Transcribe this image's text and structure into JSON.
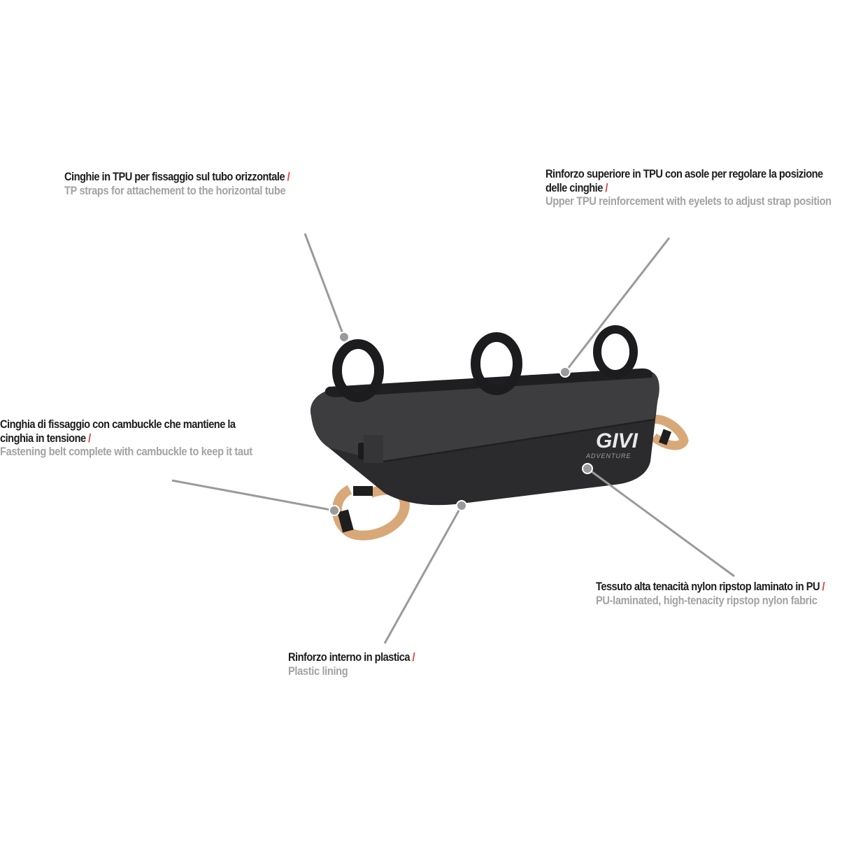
{
  "product": {
    "brand_logo": "GIVI",
    "sub_logo": "ADVENTURE",
    "colors": {
      "bag": "#2a2a2c",
      "bag_top": "#3b3b3d",
      "strap_tan": "#d9a878",
      "leader_line": "#9a9a9c",
      "italian_text": "#1d1d1f",
      "english_text": "#a3a3a6",
      "separator": "#e53935"
    }
  },
  "callouts": [
    {
      "id": "tpu-straps",
      "italian": "Cinghie in TPU per fissaggio sul tubo orizzontale",
      "separator": "/",
      "english": "TP straps for attachement to the horizontal tube"
    },
    {
      "id": "upper-reinforcement",
      "italian_line1": "Rinforzo superiore in TPU con asole per regolare la posizione",
      "italian_line2": "delle cinghie",
      "separator": "/",
      "english": "Upper TPU reinforcement with eyelets to adjust strap position"
    },
    {
      "id": "fastening-belt",
      "italian_line1": "Cinghia di fissaggio con cambuckle che mantiene la",
      "italian_line2": "cinghia in tensione",
      "separator": "/",
      "english": "Fastening belt complete with cambuckle to keep it taut"
    },
    {
      "id": "fabric",
      "italian": "Tessuto alta tenacità nylon ripstop laminato in PU",
      "separator": "/",
      "english": "PU-laminated, high-tenacity ripstop nylon fabric"
    },
    {
      "id": "plastic-lining",
      "italian": "Rinforzo interno in plastica",
      "separator": "/",
      "english": "Plastic lining"
    }
  ]
}
